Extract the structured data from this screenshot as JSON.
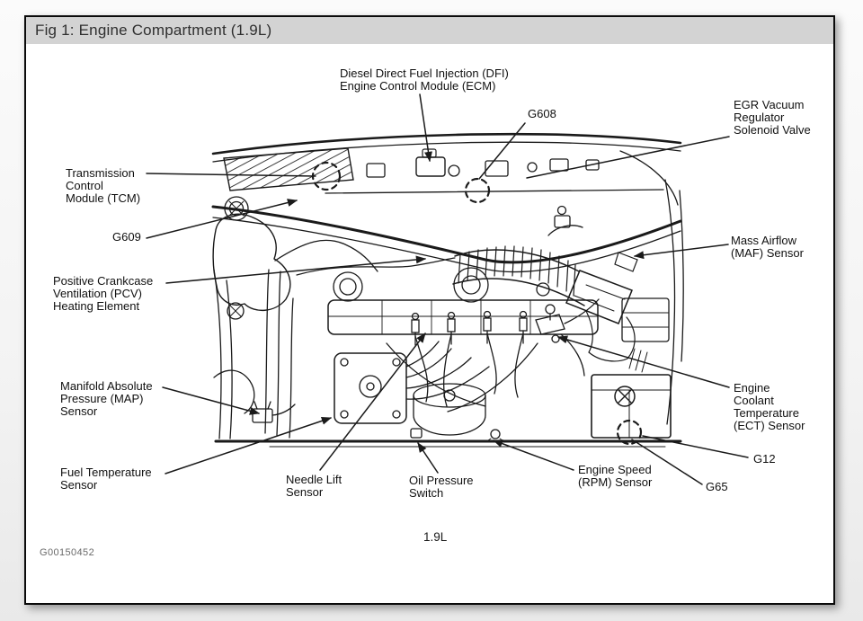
{
  "window": {
    "title": "Fig 1: Engine Compartment (1.9L)"
  },
  "figure": {
    "id_code": "G00150452",
    "engine_size": "1.9L"
  },
  "callouts": {
    "ecm": {
      "lines": [
        "Diesel Direct Fuel Injection (DFI)",
        "Engine Control Module (ECM)"
      ]
    },
    "g608": {
      "lines": [
        "G608"
      ]
    },
    "egr": {
      "lines": [
        "EGR Vacuum",
        "Regulator",
        "Solenoid Valve"
      ]
    },
    "tcm": {
      "lines": [
        "Transmission",
        "Control",
        "Module (TCM)"
      ]
    },
    "g609": {
      "lines": [
        "G609"
      ]
    },
    "pcv": {
      "lines": [
        "Positive Crankcase",
        "Ventilation (PCV)",
        "Heating Element"
      ]
    },
    "maf": {
      "lines": [
        "Mass Airflow",
        "(MAF) Sensor"
      ]
    },
    "map": {
      "lines": [
        "Manifold Absolute",
        "Pressure (MAP)",
        "Sensor"
      ]
    },
    "ect": {
      "lines": [
        "Engine",
        "Coolant",
        "Temperature",
        "(ECT) Sensor"
      ]
    },
    "fuel_temp": {
      "lines": [
        "Fuel Temperature",
        "Sensor"
      ]
    },
    "needle_lift": {
      "lines": [
        "Needle Lift",
        "Sensor"
      ]
    },
    "oil_pressure": {
      "lines": [
        "Oil Pressure",
        "Switch"
      ]
    },
    "rpm": {
      "lines": [
        "Engine Speed",
        "(RPM) Sensor"
      ]
    },
    "g65": {
      "lines": [
        "G65"
      ]
    },
    "g12": {
      "lines": [
        "G12"
      ]
    }
  },
  "colors": {
    "titlebar_bg": "#d3d3d3",
    "frame_border": "#0a0a0a",
    "line_art": "#1a1a1a",
    "page_bg": "#f0f0f0"
  }
}
